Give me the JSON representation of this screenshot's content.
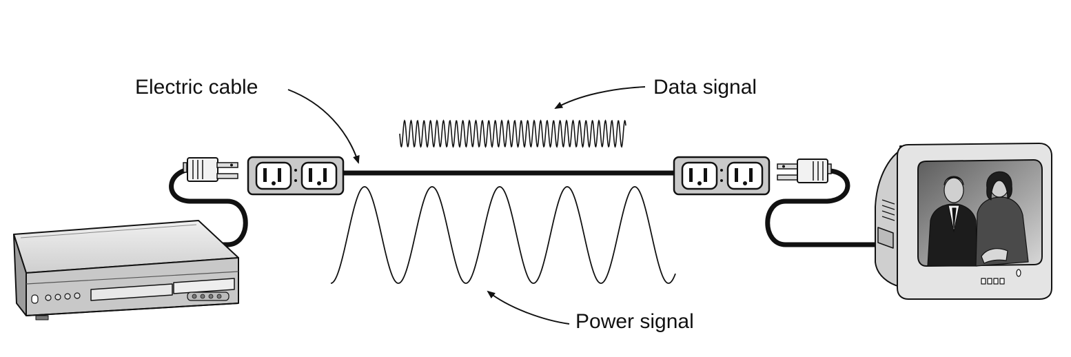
{
  "labels": {
    "electric_cable": "Electric cable",
    "data_signal": "Data signal",
    "power_signal": "Power signal"
  },
  "colors": {
    "line": "#111111",
    "device_light": "#e6e6e6",
    "device_mid": "#bdbdbd",
    "device_dark": "#8a8a8a",
    "screen": "#9a9a9a"
  },
  "icons": [
    "dvd-player-icon",
    "plug-icon",
    "power-strip-icon",
    "television-icon"
  ]
}
